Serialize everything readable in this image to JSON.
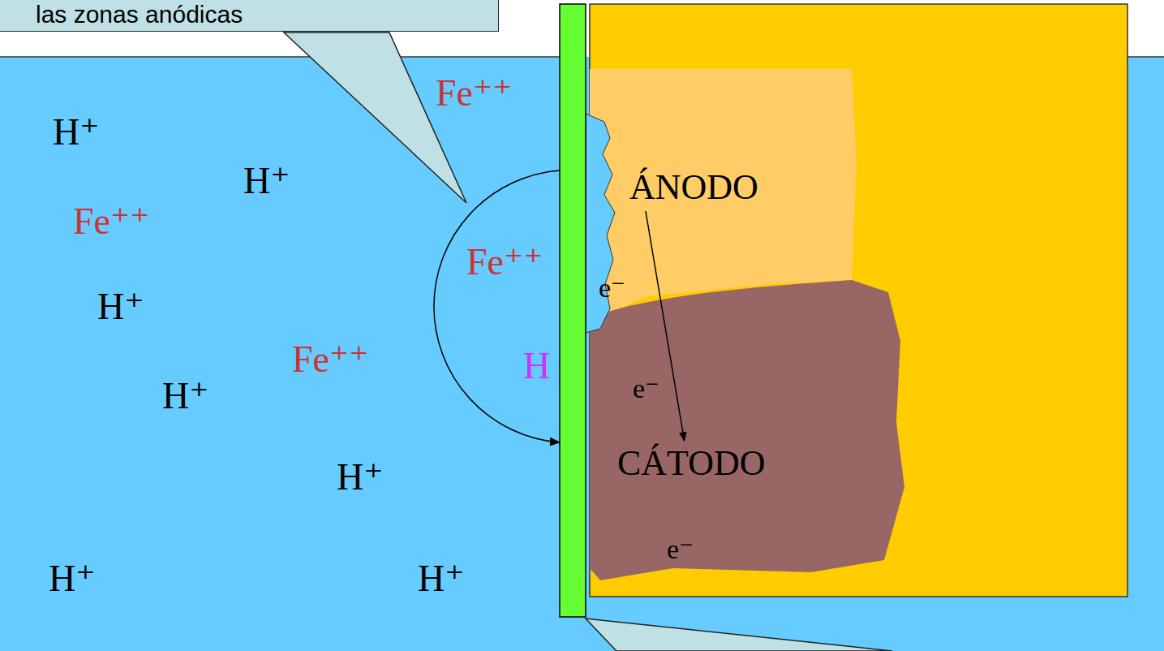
{
  "diagram": {
    "nodes": [
      {
        "text": [
          "las zonas anódicas"
        ]
      },
      {
        "text": [
          "ÁNODO"
        ]
      },
      {
        "text": [
          "CÁTODO"
        ]
      }
    ],
    "edges": [
      {
        "from": 1,
        "to": 2,
        "arrow": "to"
      }
    ],
    "labels": [
      "Fe⁺⁺",
      "H⁺",
      "H⁺",
      "Fe⁺⁺",
      "Fe⁺⁺",
      "H⁺",
      "Fe⁺⁺",
      "H",
      "H⁺",
      "H⁺",
      "H⁺",
      "H⁺",
      "e⁻",
      "e⁻",
      "e⁻"
    ]
  }
}
